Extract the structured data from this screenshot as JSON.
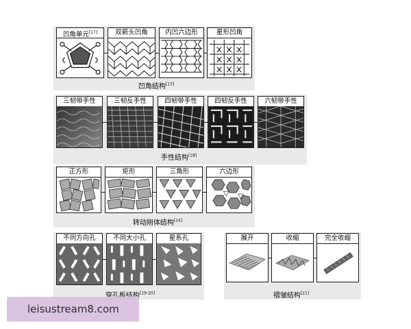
{
  "groups": {
    "reentrant": {
      "caption": "凹角结构",
      "caption_ref": "[13]",
      "items": [
        {
          "label": "凹角单元",
          "ref": "[17]"
        },
        {
          "label": "双箭头凹角",
          "ref": ""
        },
        {
          "label": "内凹六边形",
          "ref": ""
        },
        {
          "label": "星形凹角",
          "ref": ""
        }
      ]
    },
    "chiral": {
      "caption": "手性结构",
      "caption_ref": "[18]",
      "items": [
        {
          "label": "三韧带手性"
        },
        {
          "label": "三韧反手性"
        },
        {
          "label": "四韧带手性"
        },
        {
          "label": "四韧反手性"
        },
        {
          "label": "六韧带手性"
        }
      ]
    },
    "rotating": {
      "caption": "转动刚体结构",
      "caption_ref": "[14]",
      "items": [
        {
          "label": "正方形"
        },
        {
          "label": "矩形"
        },
        {
          "label": "三角形"
        },
        {
          "label": "六边形"
        }
      ]
    },
    "perforated": {
      "caption": "穿孔板结构",
      "caption_ref": "[19-20]",
      "items": [
        {
          "label": "不同方向孔"
        },
        {
          "label": "不同大小孔"
        },
        {
          "label": "星系孔"
        }
      ]
    },
    "origami": {
      "caption": "褶皱结构",
      "caption_ref": "[21]",
      "items": [
        {
          "label": "展开"
        },
        {
          "label": "收缩"
        },
        {
          "label": "完全收缩"
        }
      ]
    }
  },
  "watermark": {
    "text": "leisustream8.com"
  },
  "colors": {
    "frame": "#1a1a1a",
    "group_background": "#e9e9e9",
    "watermark_background": "#d9bfe0"
  }
}
